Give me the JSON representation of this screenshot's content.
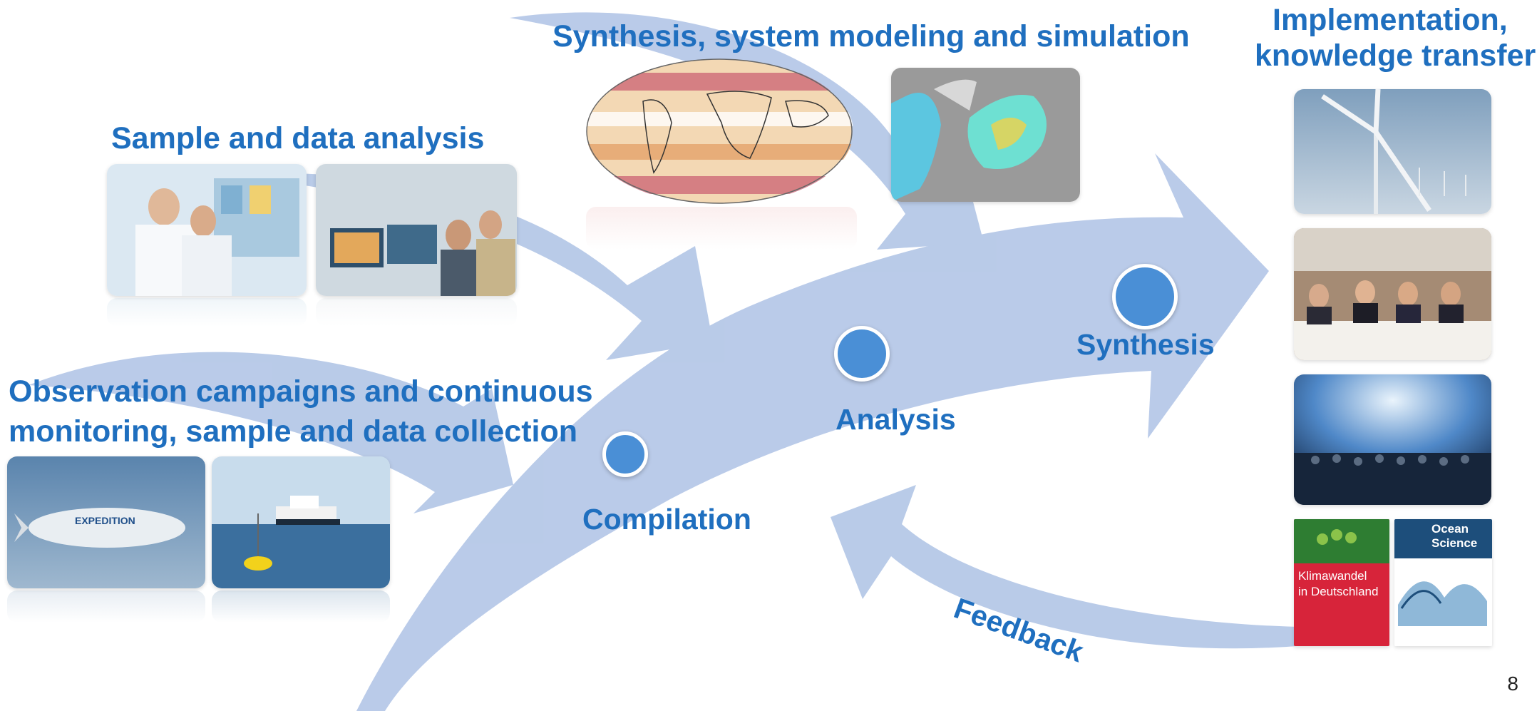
{
  "headings": {
    "synthesis_modeling": "Synthesis, system modeling and simulation",
    "implementation_line1": "Implementation,",
    "implementation_line2": "knowledge transfer",
    "sample_analysis": "Sample and data analysis",
    "observation_line1": "Observation campaigns and continuous",
    "observation_line2": "monitoring, sample and data collection"
  },
  "stages": {
    "compilation": "Compilation",
    "analysis": "Analysis",
    "synthesis": "Synthesis",
    "feedback": "Feedback"
  },
  "book_covers": {
    "german_book_title_line1": "Klimawandel",
    "german_book_title_line2": "in Deutschland",
    "journal_title_line1": "Ocean",
    "journal_title_line2": "Science"
  },
  "page_number": "8",
  "colors": {
    "arrow_fill": "#b4c7e7",
    "heading_text": "#1f6fbf",
    "node_fill": "#4a8fd6"
  }
}
